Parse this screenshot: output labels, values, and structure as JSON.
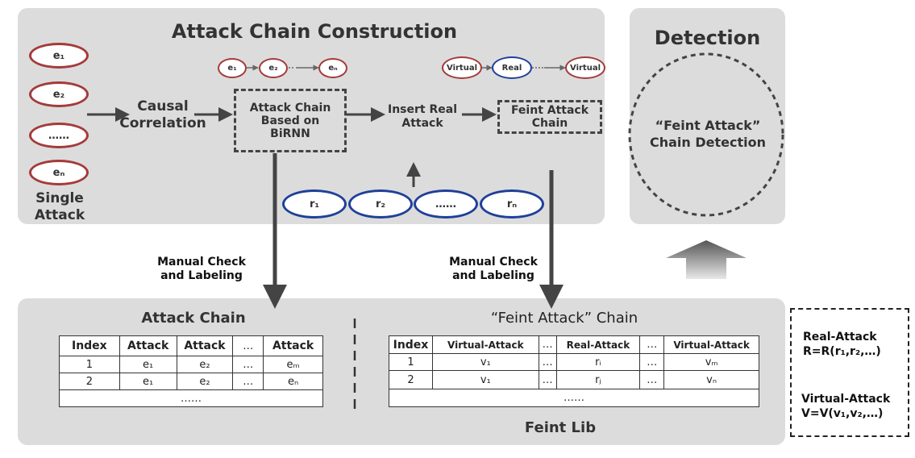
{
  "construction": {
    "title": "Attack Chain Construction",
    "single_events": [
      "e₁",
      "e₂",
      "……",
      "eₙ"
    ],
    "single_label": "Single Attack",
    "causal": "Causal Correlation",
    "birnn_box": "Attack Chain Based on BiRNN",
    "chain_e": [
      "e₁",
      "e₂",
      "eₙ"
    ],
    "insert": "Insert Real Attack",
    "feint_box": "Feint Attack Chain",
    "chain_feint": [
      "Virtual",
      "Real",
      "Virtual"
    ],
    "real_events": [
      "r₁",
      "r₂",
      "……",
      "rₙ"
    ]
  },
  "detection": {
    "title": "Detection",
    "circle_text": "“Feint Attack” Chain Detection"
  },
  "manual_left": "Manual Check and Labeling",
  "manual_right": "Manual Check and Labeling",
  "lib": {
    "attack_title": "Attack Chain",
    "attack_table": {
      "headers": [
        "Index",
        "Attack",
        "Attack",
        "…",
        "Attack"
      ],
      "rows": [
        [
          "1",
          "e₁",
          "e₂",
          "…",
          "eₘ"
        ],
        [
          "2",
          "e₁",
          "e₂",
          "…",
          "eₙ"
        ]
      ],
      "ellipsis": "……"
    },
    "feint_title": "“Feint Attack”  Chain",
    "feint_table": {
      "headers": [
        "Index",
        "Virtual-Attack",
        "…",
        "Real-Attack",
        "…",
        "Virtual-Attack"
      ],
      "rows": [
        [
          "1",
          "v₁",
          "…",
          "rᵢ",
          "…",
          "vₘ"
        ],
        [
          "2",
          "v₁",
          "…",
          "rⱼ",
          "…",
          "vₙ"
        ]
      ],
      "ellipsis": "……"
    },
    "name": "Feint Lib"
  },
  "legend": {
    "real_title": "Real-Attack",
    "real_def": "R=R(r₁,r₂,…)",
    "virtual_title": "Virtual-Attack",
    "virtual_def": "V=V(v₁,v₂,…)"
  }
}
